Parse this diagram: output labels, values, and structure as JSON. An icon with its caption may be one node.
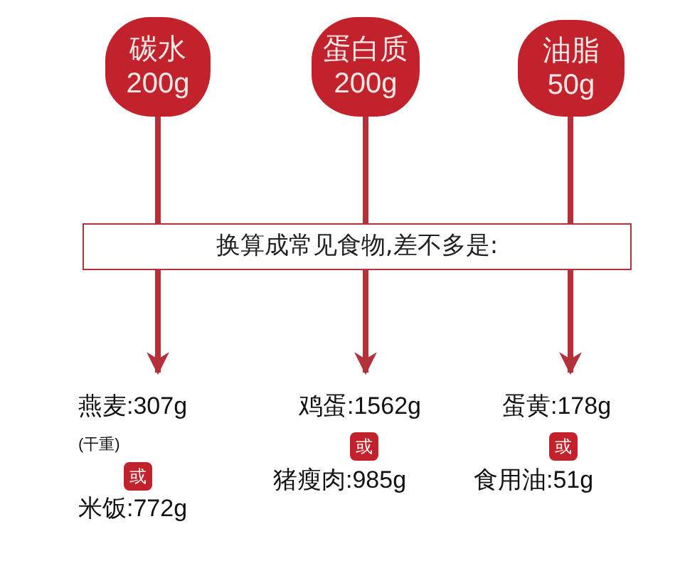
{
  "diagram": {
    "nodes": [
      {
        "text": [
          "碳水",
          "200g"
        ]
      },
      {
        "text": [
          "蛋白质",
          "200g"
        ]
      },
      {
        "text": [
          "油脂",
          "50g"
        ]
      },
      {
        "text": [
          "换算成常见食物,差不多是:"
        ]
      },
      {
        "text": [
          "燕麦:307g",
          "(干重)",
          "米饭:772g"
        ]
      },
      {
        "text": [
          "或"
        ],
        "in": 4
      },
      {
        "text": [
          "鸡蛋:1562g",
          "猪瘦肉:985g"
        ]
      },
      {
        "text": [
          "或"
        ],
        "in": 6
      },
      {
        "text": [
          "蛋黄:178g",
          "食用油:51g"
        ]
      },
      {
        "text": [
          "或"
        ],
        "in": 8
      }
    ],
    "edges": [
      {
        "from": 0,
        "to": 3,
        "arrow": "none"
      },
      {
        "from": 3,
        "to": 4,
        "arrow": "to"
      },
      {
        "from": 1,
        "to": 3,
        "arrow": "none"
      },
      {
        "from": 3,
        "to": 6,
        "arrow": "to"
      },
      {
        "from": 2,
        "to": 3,
        "arrow": "none"
      },
      {
        "from": 3,
        "to": 8,
        "arrow": "to"
      }
    ]
  }
}
